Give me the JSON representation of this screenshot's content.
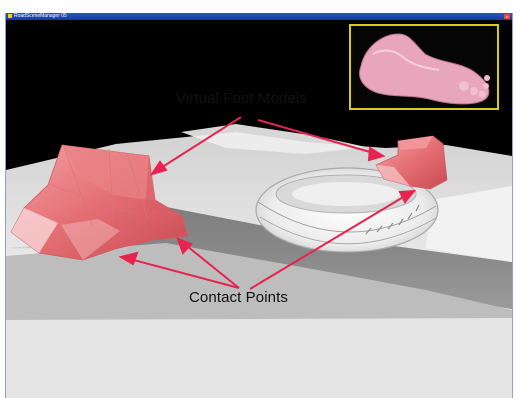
{
  "window": {
    "title": "RoadSceneManager 05",
    "close_glyph": "x"
  },
  "annotations": {
    "foot_models_label": "Virtual Foot Models",
    "contact_points_label": "Contact Points"
  },
  "colors": {
    "arrow": "#e8234f",
    "inset_border": "#d8cc18",
    "foot_model": "#e46f73",
    "foot_preview": "#e7a6bc",
    "ground": "#d9d9d9",
    "sky": "#000000"
  },
  "icons": {
    "app": "app-icon",
    "close": "close-icon"
  }
}
